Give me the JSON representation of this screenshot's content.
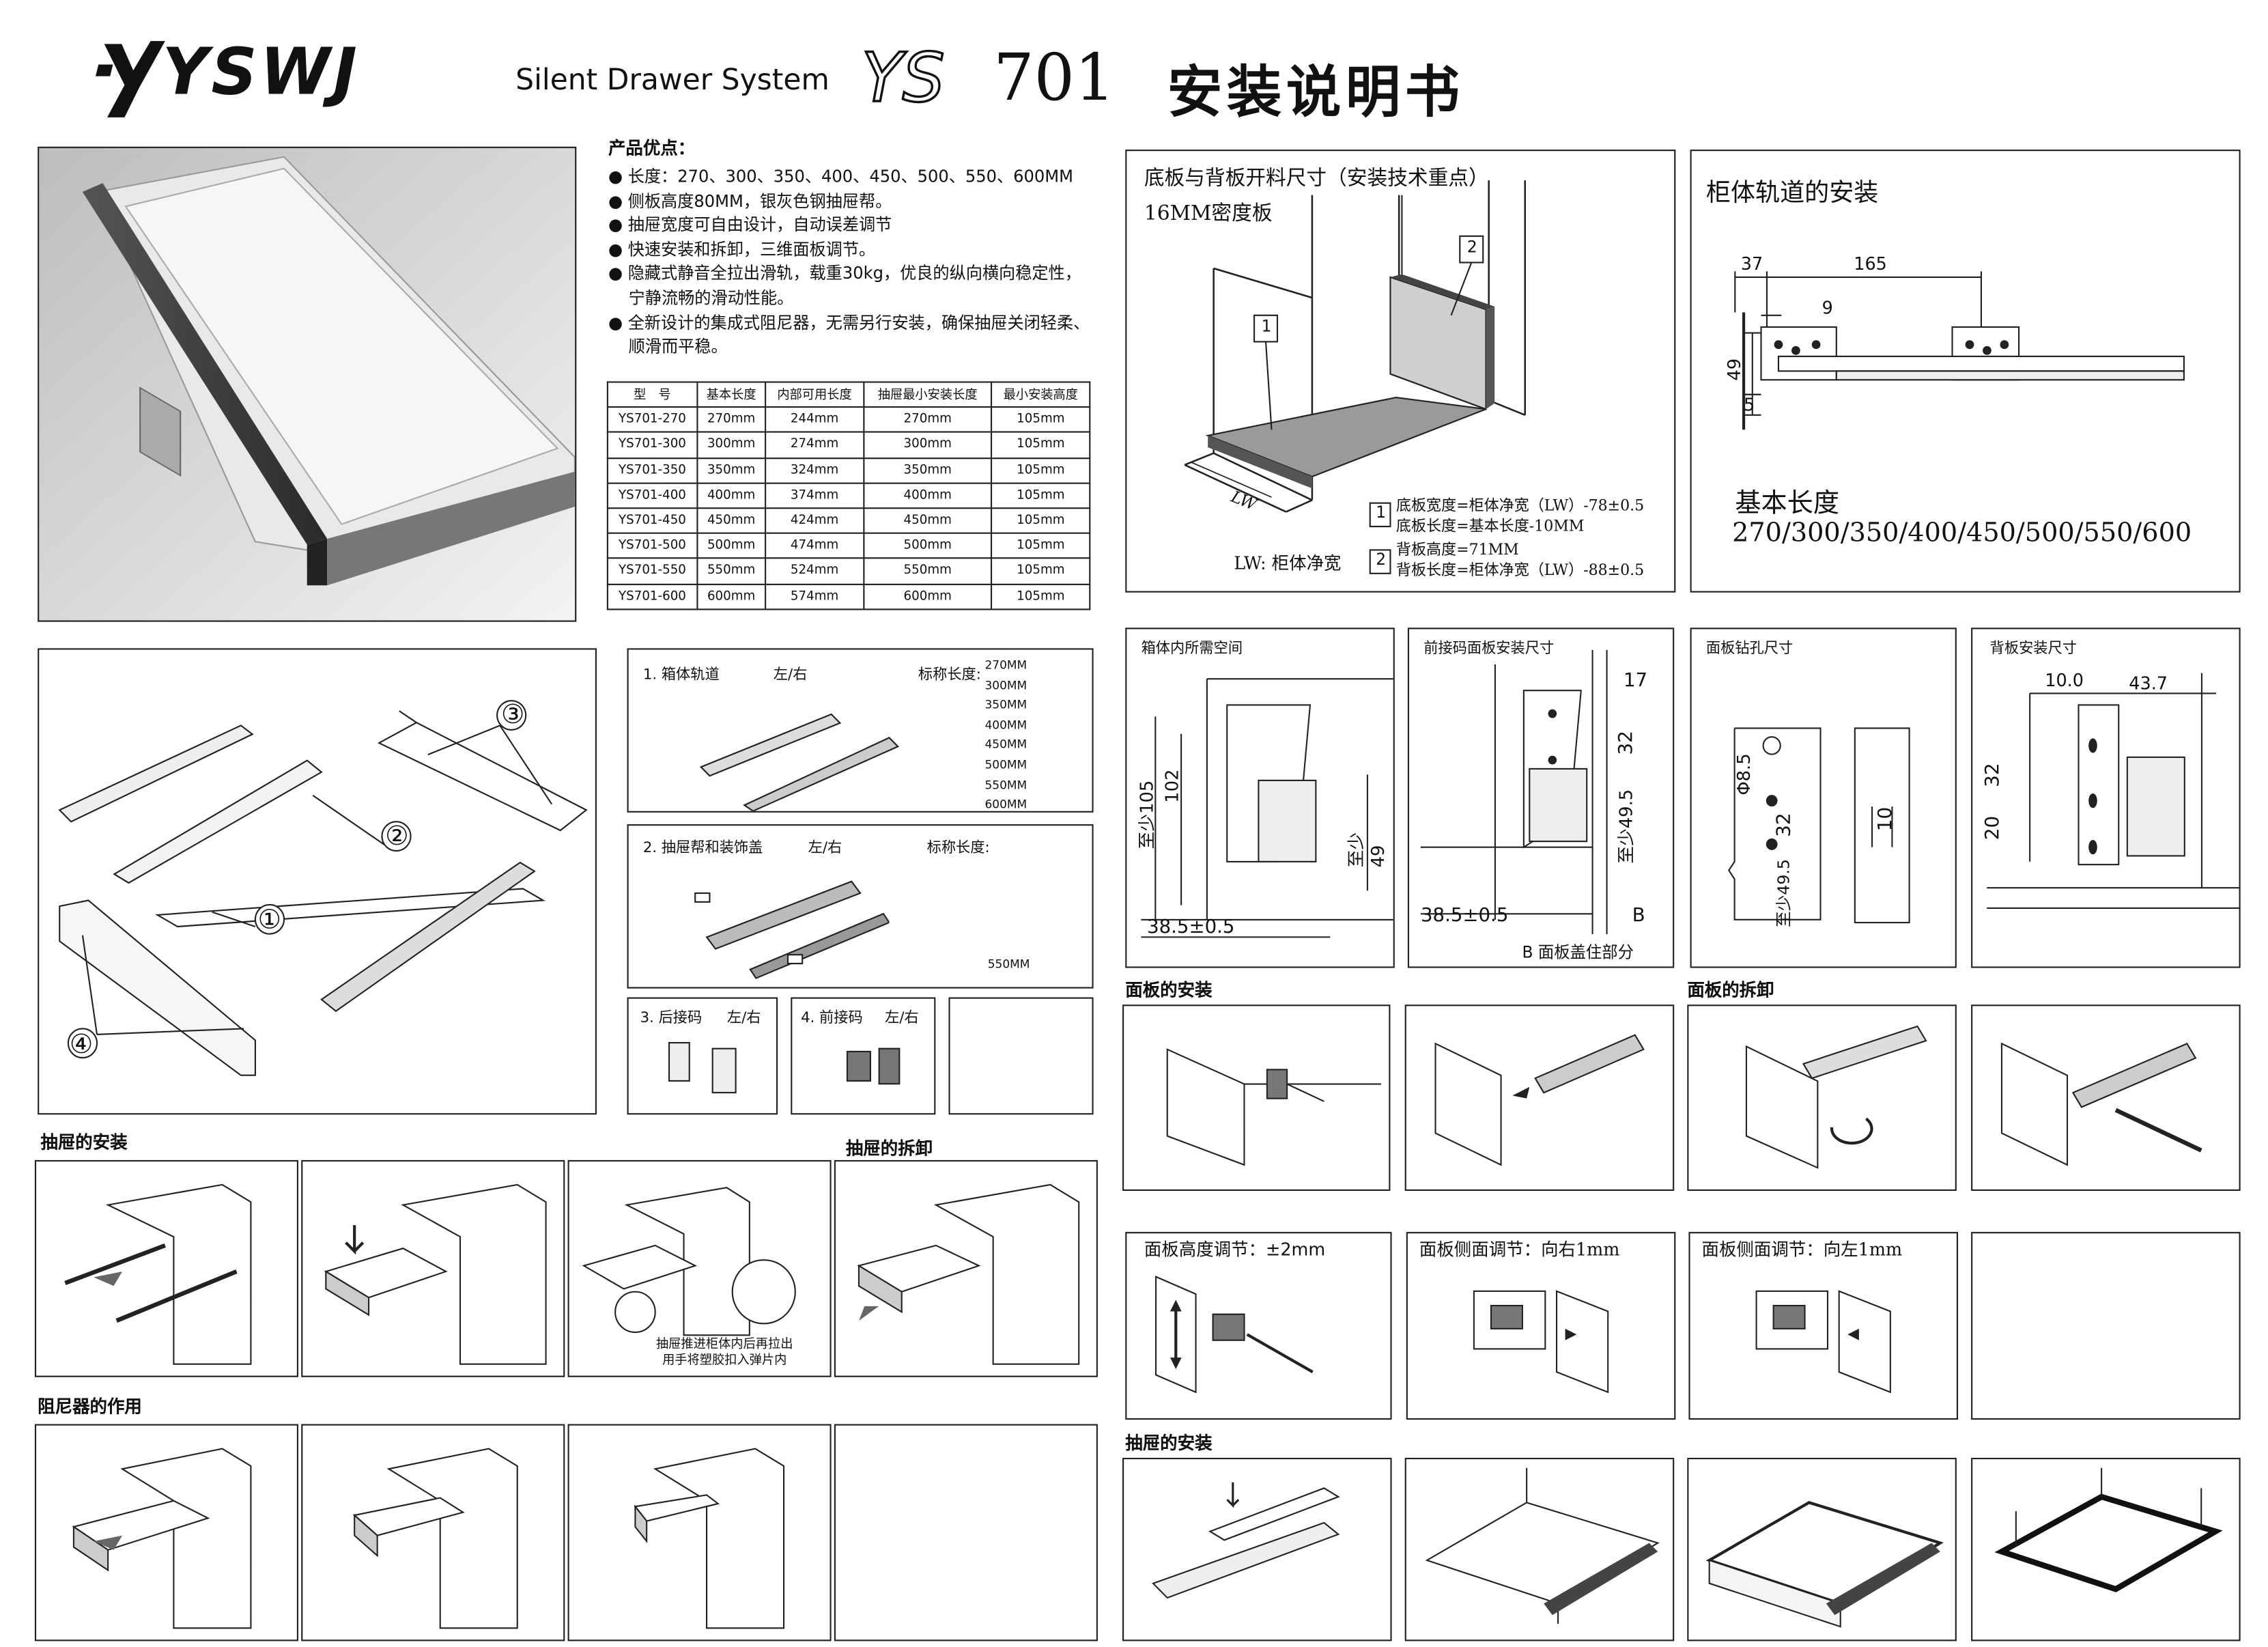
{
  "header": {
    "brand": "YSWJ",
    "product_line": "Silent Drawer System",
    "model_prefix": "YS",
    "model_number": "701",
    "doc_title": "安装说明书"
  },
  "features": {
    "title": "产品优点：",
    "items": [
      "长度：270、300、350、400、450、500、550、600MM",
      "侧板高度80MM，银灰色钢抽屉帮。",
      "抽屉宽度可自由设计，自动误差调节",
      "快速安装和拆卸，三维面板调节。",
      "隐藏式静音全拉出滑轨，载重30kg，优良的纵向横向稳定性，宁静流畅的滑动性能。",
      "全新设计的集成式阻尼器，无需另行安装，确保抽屉关闭轻柔、顺滑而平稳。"
    ]
  },
  "spec_table": {
    "headers": [
      "型　号",
      "基本长度",
      "内部可用长度",
      "抽屉最小安装长度",
      "最小安装高度"
    ],
    "rows": [
      [
        "YS701-270",
        "270mm",
        "244mm",
        "270mm",
        "105mm"
      ],
      [
        "YS701-300",
        "300mm",
        "274mm",
        "300mm",
        "105mm"
      ],
      [
        "YS701-350",
        "350mm",
        "324mm",
        "350mm",
        "105mm"
      ],
      [
        "YS701-400",
        "400mm",
        "374mm",
        "400mm",
        "105mm"
      ],
      [
        "YS701-450",
        "450mm",
        "424mm",
        "450mm",
        "105mm"
      ],
      [
        "YS701-500",
        "500mm",
        "474mm",
        "500mm",
        "105mm"
      ],
      [
        "YS701-550",
        "550mm",
        "524mm",
        "550mm",
        "105mm"
      ],
      [
        "YS701-600",
        "600mm",
        "574mm",
        "600mm",
        "105mm"
      ]
    ]
  },
  "cutting": {
    "title": "底板与背板开料尺寸（安装技术重点）",
    "board": "16MM密度板",
    "lw_mark": "LW",
    "lw_caption": "LW: 柜体净宽",
    "callout_1": "1",
    "callout_2": "2",
    "notes": [
      "底板宽度=柜体净宽（LW）-78±0.5",
      "底板长度=基本长度-10MM",
      "背板高度=71MM",
      "背板长度=柜体净宽（LW）-88±0.5"
    ]
  },
  "rail_install": {
    "title": "柜体轨道的安装",
    "dims": [
      "37",
      "165",
      "9",
      "49",
      "5"
    ],
    "base_length_label": "基本长度",
    "base_lengths": "270/300/350/400/450/500/550/600"
  },
  "parts": {
    "callouts": [
      "①",
      "②",
      "③",
      "④"
    ],
    "cabinet_rail": "1. 箱体轨道",
    "cabinet_rail_lr": "左/右",
    "nominal_label": "标称长度:",
    "lengths": [
      "270MM",
      "300MM",
      "350MM",
      "400MM",
      "450MM",
      "500MM",
      "550MM",
      "600MM"
    ],
    "side_panel": "2. 抽屉帮和装饰盖",
    "side_panel_lr": "左/右",
    "nominal_label_2": "标称长度:",
    "side_panel_length": "550MM",
    "rear_bracket": "3. 后接码",
    "rear_bracket_lr": "左/右",
    "front_bracket": "4. 前接码",
    "front_bracket_lr": "左/右"
  },
  "sections": {
    "drawer_install": "抽屉的安装",
    "drawer_remove": "抽屉的拆卸",
    "damper": "阻尼器的作用",
    "panel_install": "面板的安装",
    "panel_remove": "面板的拆卸",
    "drawer_assembly": "抽屉的安装"
  },
  "drawer_install_note": [
    "抽屉推进柜体内后再拉出",
    "用手将塑胶扣入弹片内"
  ],
  "dim_panels": {
    "space": {
      "title": "箱体内所需空间",
      "d1": "至少105",
      "d2": "102",
      "d3": "至少49",
      "d4": "38.5±0.5"
    },
    "front": {
      "title": "前接码面板安装尺寸",
      "d1": "17",
      "d2": "32",
      "d3": "至少49.5",
      "d4": "38.5±0.5",
      "d5": "B",
      "caption": "B 面板盖住部分"
    },
    "drill": {
      "title": "面板钻孔尺寸",
      "d1": "Φ8.5",
      "d2": "32",
      "d3": "至少49.5",
      "d4": "10"
    },
    "back": {
      "title": "背板安装尺寸",
      "d1": "10.0",
      "d2": "43.7",
      "d3": "32",
      "d4": "20"
    }
  },
  "adjust": {
    "height": "面板高度调节：±2mm",
    "right": "面板侧面调节：向右1mm",
    "left": "面板侧面调节：向左1mm"
  }
}
